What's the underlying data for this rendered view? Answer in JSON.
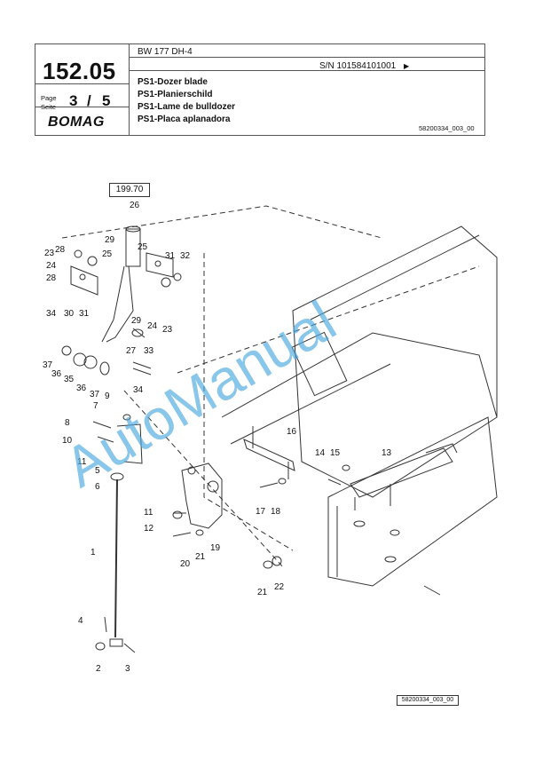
{
  "header": {
    "page_number": "152.05",
    "page_label_en": "Page",
    "page_label_de": "Seite",
    "page_current": "3",
    "page_separator": "/",
    "page_total": "5",
    "logo": "BOMAG",
    "model": "BW 177 DH-4",
    "serial": "S/N 101584101001",
    "serial_arrow": "▶",
    "titles": [
      "PS1-Dozer blade",
      "PS1-Planierschild",
      "PS1-Lame de bulldozer",
      "PS1-Placa aplanadora"
    ],
    "doc_number": "58200334_003_00"
  },
  "drawing": {
    "reference_box": "199.70",
    "footer_ref": "58200334_003_00",
    "callouts": [
      "26",
      "29",
      "28",
      "25",
      "31",
      "32",
      "23",
      "24",
      "25",
      "28",
      "30",
      "31",
      "34",
      "29",
      "24",
      "23",
      "27",
      "33",
      "37",
      "36",
      "35",
      "36",
      "37",
      "34",
      "7",
      "9",
      "8",
      "10",
      "11",
      "5",
      "6",
      "16",
      "14",
      "15",
      "13",
      "17",
      "18",
      "11",
      "12",
      "20",
      "21",
      "19",
      "1",
      "21",
      "22",
      "4",
      "2",
      "3"
    ]
  },
  "watermark": "AutoManual"
}
